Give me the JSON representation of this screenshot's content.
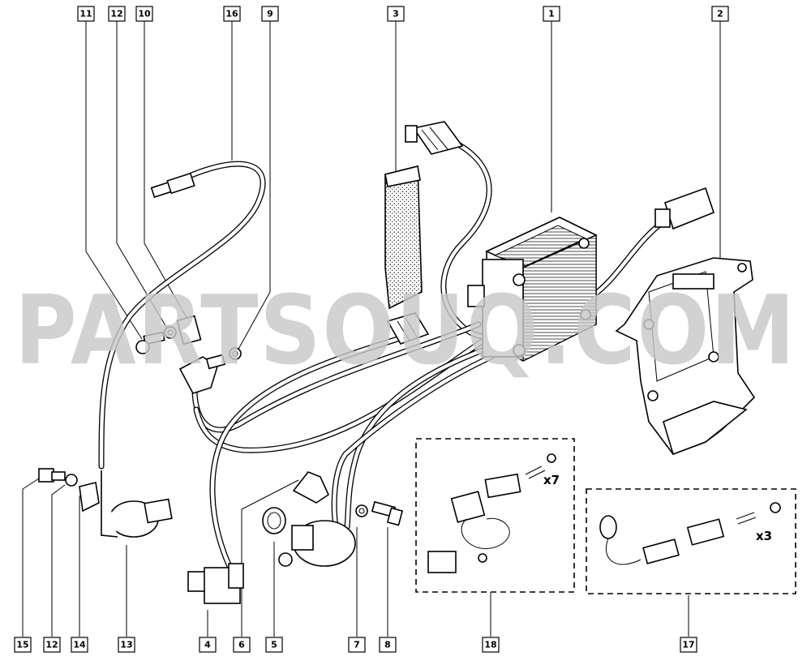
{
  "watermark": "PARTSOUQ.COM",
  "callouts": [
    {
      "id": "c11",
      "label": "11"
    },
    {
      "id": "c12a",
      "label": "12"
    },
    {
      "id": "c10",
      "label": "10"
    },
    {
      "id": "c16",
      "label": "16"
    },
    {
      "id": "c9",
      "label": "9"
    },
    {
      "id": "c3",
      "label": "3"
    },
    {
      "id": "c1",
      "label": "1"
    },
    {
      "id": "c2",
      "label": "2"
    },
    {
      "id": "c15",
      "label": "15"
    },
    {
      "id": "c12b",
      "label": "12"
    },
    {
      "id": "c14",
      "label": "14"
    },
    {
      "id": "c13",
      "label": "13"
    },
    {
      "id": "c4",
      "label": "4"
    },
    {
      "id": "c6",
      "label": "6"
    },
    {
      "id": "c5",
      "label": "5"
    },
    {
      "id": "c7",
      "label": "7"
    },
    {
      "id": "c8",
      "label": "8"
    },
    {
      "id": "c18",
      "label": "18"
    },
    {
      "id": "c17",
      "label": "17"
    }
  ],
  "kits": {
    "kit18_qty": "x7",
    "kit17_qty": "x3"
  }
}
